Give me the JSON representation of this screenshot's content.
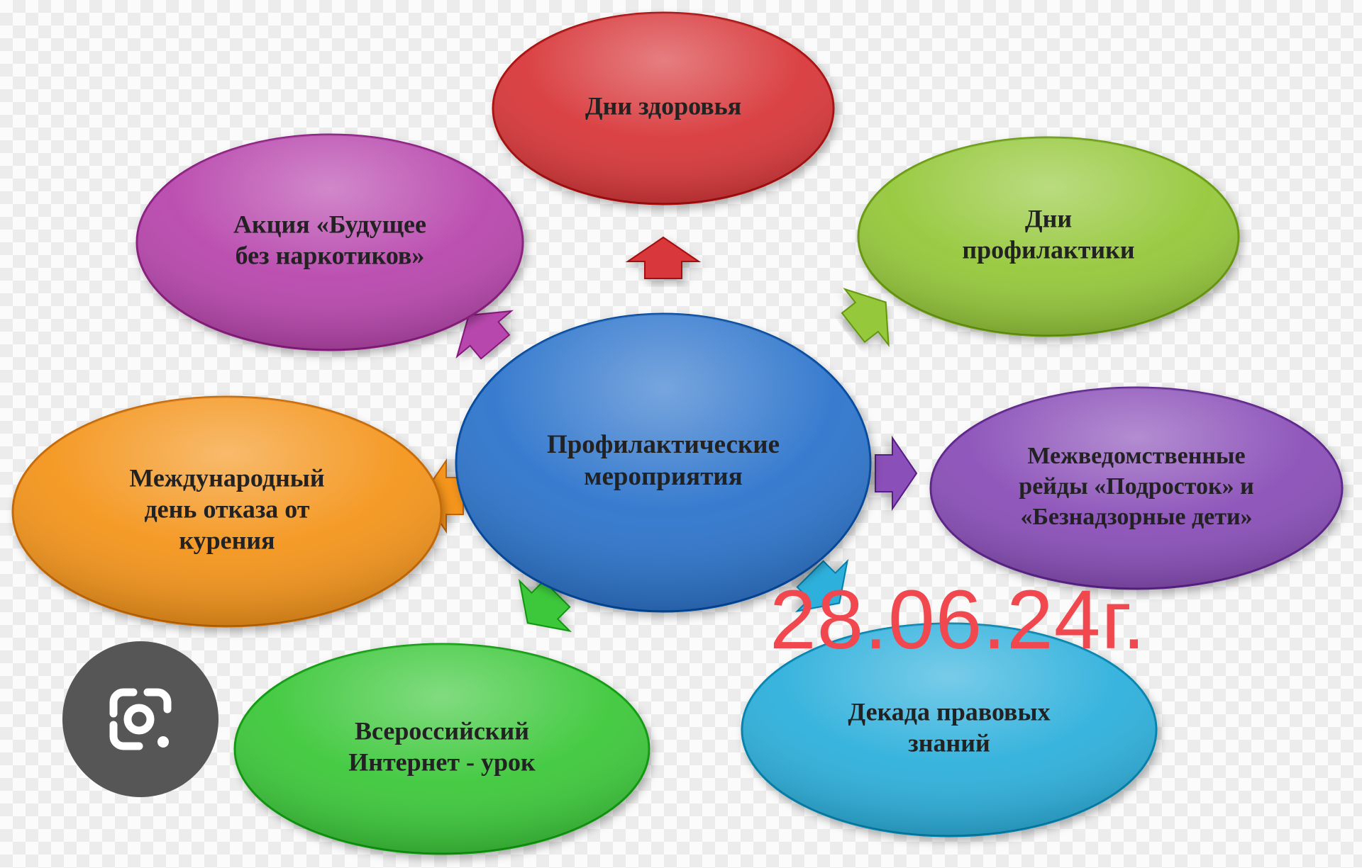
{
  "diagram": {
    "center": {
      "lines": [
        "Профилактические",
        "мероприятия"
      ],
      "color": "#2f75cc"
    },
    "nodes": [
      {
        "key": "health-days",
        "lines": [
          "Дни здоровья"
        ],
        "color": "#d8393a"
      },
      {
        "key": "prevention-days",
        "lines": [
          "Дни",
          "профилактики"
        ],
        "color": "#95c83a"
      },
      {
        "key": "raids",
        "lines": [
          "Межведомственные",
          "рейды «Подросток» и",
          "«Безнадзорные дети»"
        ],
        "color": "#8a4fb8"
      },
      {
        "key": "legal-decade",
        "lines": [
          "Декада правовых",
          "знаний"
        ],
        "color": "#2fb0dc"
      },
      {
        "key": "internet-lesson",
        "lines": [
          "Всероссийский",
          "Интернет - урок"
        ],
        "color": "#3dc83a"
      },
      {
        "key": "no-smoking-day",
        "lines": [
          "Международный",
          "день отказа от",
          "курения"
        ],
        "color": "#f4951f"
      },
      {
        "key": "drug-free",
        "lines": [
          "Акция «Будущее",
          "без наркотиков»"
        ],
        "color": "#b847ad"
      }
    ]
  },
  "date_stamp": "28.06.24г.",
  "lens_button": {
    "icon": "google-lens-camera-icon",
    "color": "#565656"
  }
}
